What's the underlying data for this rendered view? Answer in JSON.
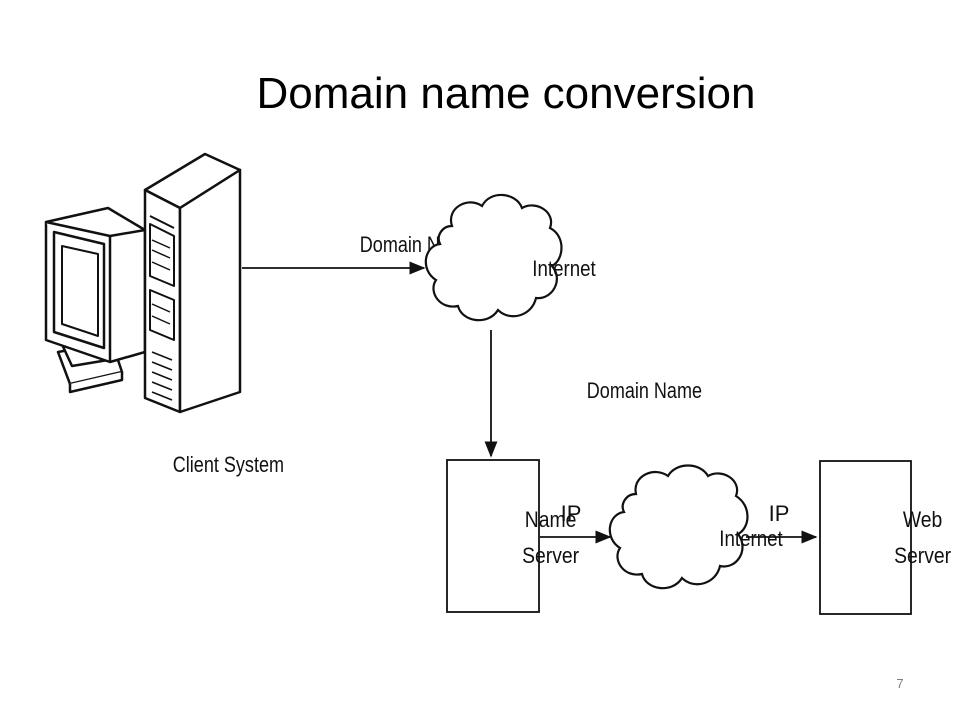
{
  "slide": {
    "title": "Domain name conversion",
    "page_number": "7"
  },
  "diagram": {
    "client_label": "Client System",
    "arrow_top_label": "Domain Name",
    "cloud_top_label": "Internet",
    "arrow_down_label": "Domain Name",
    "name_server_line1": "Name",
    "name_server_line2": "Server",
    "arrow_ip_left_label": "IP",
    "cloud_bottom_label": "Internet",
    "arrow_ip_right_label": "IP",
    "web_server_line1": "Web",
    "web_server_line2": "Server"
  }
}
